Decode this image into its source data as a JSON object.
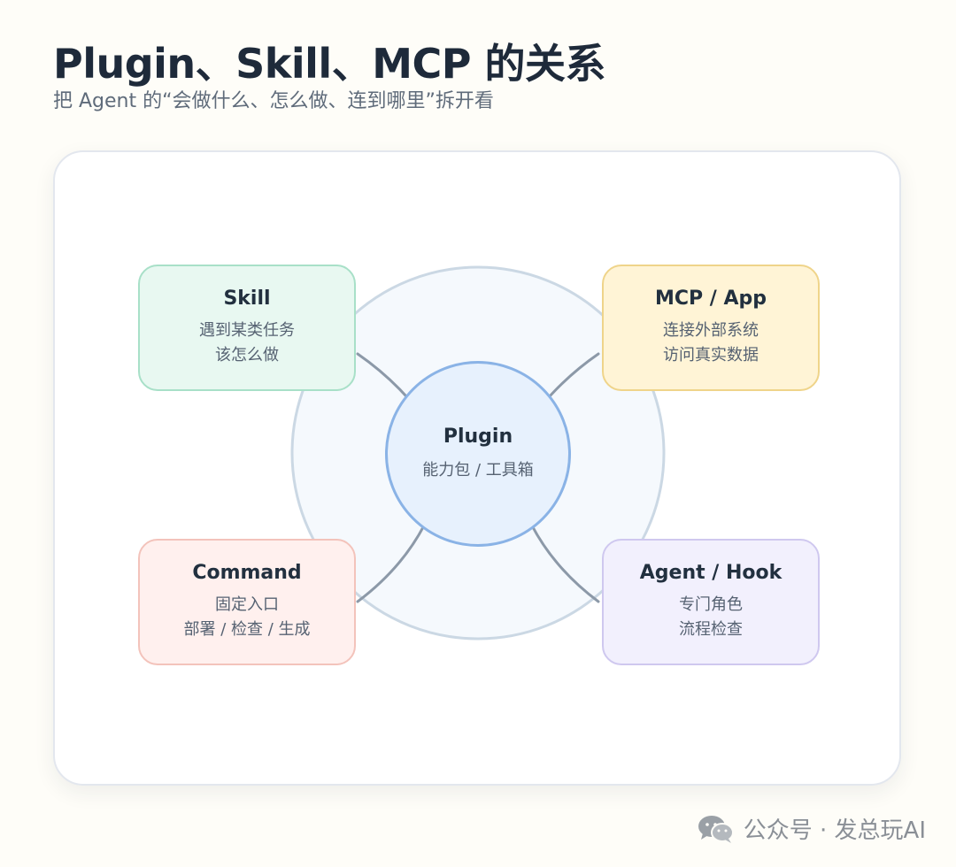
{
  "header": {
    "title": "Plugin、Skill、MCP 的关系",
    "subtitle": "把 Agent 的“会做什么、怎么做、连到哪里”拆开看"
  },
  "diagram": {
    "center": {
      "title": "Plugin",
      "line1": "能力包 / 工具箱"
    },
    "skill": {
      "title": "Skill",
      "line1": "遇到某类任务",
      "line2": "该怎么做"
    },
    "mcp": {
      "title": "MCP / App",
      "line1": "连接外部系统",
      "line2": "访问真实数据"
    },
    "command": {
      "title": "Command",
      "line1": "固定入口",
      "line2": "部署 / 检查 / 生成"
    },
    "agent": {
      "title": "Agent / Hook",
      "line1": "专门角色",
      "line2": "流程检查"
    }
  },
  "colors": {
    "skill_fill": "#e8f8f1",
    "skill_border": "#a8e0c8",
    "mcp_fill": "#fff4d6",
    "mcp_border": "#efd48a",
    "command_fill": "#fff0ee",
    "command_border": "#f3c3bb",
    "agent_fill": "#f2f0fd",
    "agent_border": "#cfc8ef",
    "center_fill": "#e7f1fd",
    "center_border": "#8ab3e6",
    "outer_ring_fill": "#f5f9fd",
    "outer_ring_border": "#cbd8e4",
    "arrow": "#8c99a8"
  },
  "watermark": {
    "icon": "wechat-icon",
    "text": "公众号 · 发总玩AI"
  }
}
